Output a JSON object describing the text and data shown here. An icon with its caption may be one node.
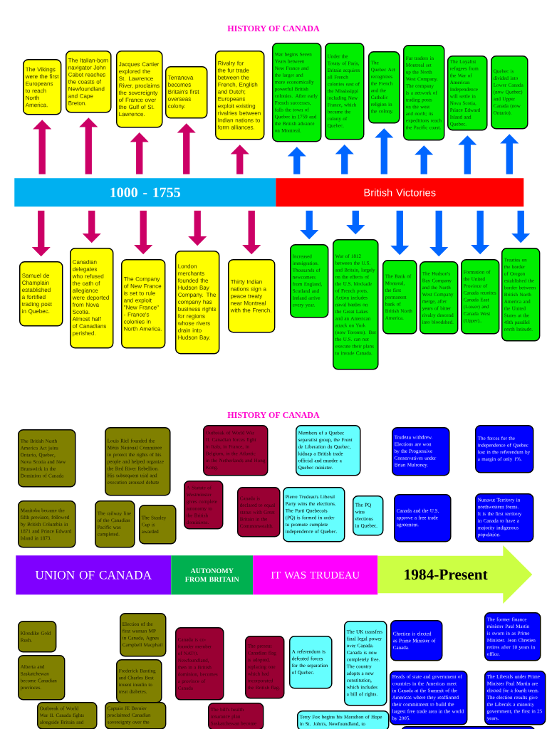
{
  "diagram": {
    "title": "HISTORY OF CANADA",
    "nodes": [
      {
        "text": [
          "The Vikings were the first Europeans to reach North America."
        ]
      },
      {
        "text": [
          "The Italian-born navigator John Cabot reaches the coasts of Newfoundland and Cape Breton."
        ]
      },
      {
        "text": [
          "Jacques Cartier explored the St. Lawrence River, proclaims the sovereignty of France over the Gulf of St. Lawrence."
        ]
      },
      {
        "text": [
          "Terranova becomes Britain's first overseas colony."
        ]
      },
      {
        "text": [
          "Rivalry for the fur trade between the French, English and Dutch; Europeans exploit existing rivalries between Indian nations to form alliances."
        ]
      },
      {
        "text": [
          "War begins Seven Years between New France and the larger and more economically powerful British colonies. After early French successes, falls the town of Quebec in 1759 and the British advance on Montreal."
        ]
      },
      {
        "text": [
          "Under the Treaty of Paris, Britain acquires all French colonies east of the Mississippi including New France, which became the colony of Quebec."
        ]
      },
      {
        "text": [
          "The Quebec Act recognizes the French and the Catholic religion in the colony."
        ]
      },
      {
        "text": [
          "Fur traders in Montreal set up the North West Company. The company is a network of trading posts on the west and north; its expeditions reach the Pacific coast."
        ]
      },
      {
        "text": [
          "The Loyalist refugees from the War of American Independence will settle in Nova Scotia, Prince Edward Island and Quebec."
        ]
      },
      {
        "text": [
          "Quebec is divided into Lower Canada (now Quebec) and Upper Canada (now Ontario)."
        ]
      },
      {
        "text": [
          "1000 - 1755"
        ]
      },
      {
        "text": [
          "British Victories"
        ]
      },
      {
        "text": [
          "Samuel de Champlain established a fortified trading post in Quebec."
        ]
      },
      {
        "text": [
          "Canadian delegates who refused the oath of allegiance were deported from Nova Scotia. Almost half of Canadians perished."
        ]
      },
      {
        "text": [
          "The Company of New France is set to rule and exploit \"New France\" - France's colonies in North America."
        ]
      },
      {
        "text": [
          "London merchants founded the Hudson Bay Company. The company has business rights for regions whose rivers drain into Hudson Bay."
        ]
      },
      {
        "text": [
          "Thirty Indian nations sign a peace treaty near Montreal with the French."
        ]
      },
      {
        "text": [
          "Increased immigration. Thousands of newcomers from England, Scotland and Ireland arrive every year."
        ]
      },
      {
        "text": [
          "War of 1812 between the U.S. and Britain, largely on the effects of the U.S. blockade of French ports. Action includes naval battles on the Great Lakes and an American attack on York (now Toronto). But the U.S. can not execute their plans to invade Canada."
        ]
      },
      {
        "text": [
          "The Bank of Montreal, the first permanent bank of British North America."
        ]
      },
      {
        "text": [
          "The Hudson's Bay Company and the North West Company merge, after years of bitter rivalry descend into bloodshed."
        ]
      },
      {
        "text": [
          "Formation of the United Province of Canada reunites Canada East (Lower) and Canada West (Upper).."
        ]
      },
      {
        "text": [
          "Treaties on the border of Oregon established the border between British North America and the United States at the 49th parallel north latitude."
        ]
      },
      {
        "text": [
          "UNION OF CANADA"
        ]
      },
      {
        "text": [
          "AUTONOMY FROM BRITAIN"
        ]
      },
      {
        "text": [
          "IT WAS TRUDEAU"
        ]
      },
      {
        "text": [
          "1984-Present"
        ]
      },
      {
        "text": [
          "The British North America Act joins Ontario, Quebec, Nova Scotia and New Brunswick in the Dominion of Canada"
        ]
      },
      {
        "text": [
          "Louis Riel founded the Métis National Committee to protect the rights of his people and helped organize the Red River Rebellion. His subsequent trial and execution aroused debate"
        ]
      },
      {
        "text": [
          "Outbreak of World War II. Canadian forces fight in Italy, in France, in Belgium, in the Atlantic in the Netherlands and Hong Kong."
        ]
      },
      {
        "text": [
          "Members of a Quebec separatist group, the Front de Liberation du Quebec, kidnap a British trade official and murder a Quebec minister."
        ]
      },
      {
        "text": [
          "Trudeau withdrew. Elections are won by the Progressive Conservatives under Brian Mulroney."
        ]
      },
      {
        "text": [
          "The forces for the independence of Quebec lost in the referendum by a margin of only 1%."
        ]
      },
      {
        "text": [
          "Manitoba became the fifth province, followed by British Columbia in 1871 and Prince Edward Island in 1873."
        ]
      },
      {
        "text": [
          "The railway line of the Canadian Pacific was completed."
        ]
      },
      {
        "text": [
          "The Stanley Cup is awarded"
        ]
      },
      {
        "text": [
          "A Statute of Westminster gives complete autonomy to the British dominions."
        ]
      },
      {
        "text": [
          "Canada is declared to equal status with Great Britain in the Commonwealth."
        ]
      },
      {
        "text": [
          "Pierre Trudeau's Liberal Party wins the elections. The Parti Quebecois (PQ) is formed in order to promote complete independence of Quebec."
        ]
      },
      {
        "text": [
          "The PQ wins elections in Quebec."
        ]
      },
      {
        "text": [
          "Canada and the U.S. approve a free trade agreement."
        ]
      },
      {
        "text": [
          "Nunavut Territory in northwestern forms. It is the first territory in Canada to have a majority indigenous population."
        ]
      },
      {
        "text": [
          "Klondike Gold Rush."
        ]
      },
      {
        "text": [
          "Election of the first woman MP in Canada, Agnes Campbell Macphail"
        ]
      },
      {
        "text": [
          "Canada is co-founder member of NATO. Newfoundland, then in a British dominion, becomes a province of Canada"
        ]
      },
      {
        "text": [
          "The present Canadian flag is adopted, replacing one which had incorporated the British flag."
        ]
      },
      {
        "text": [
          "A referendum is defeated forces for the separation of Quebec."
        ]
      },
      {
        "text": [
          "The UK transfers final legal power over Canada. Canada is now completely free. The country adopts a new constitution, which includes a bill of rights."
        ]
      },
      {
        "text": [
          "Chretien is elected as Prime Minister of Canada."
        ]
      },
      {
        "text": [
          "The former finance minister Paul Martin is sworn in as Prime Minister. Jean Chretien retires after 10 years in office."
        ]
      },
      {
        "text": [
          "Alberta and Saskatchewan become Canadian provinces."
        ]
      },
      {
        "text": [
          "Frederick Banting and Charles Best invent insulin to treat diabetes."
        ]
      },
      {
        "text": [
          "Heads of state and government of countries in the Americas meet in Canada at the Summit of the Americas where they reaffirmed their commitment to build the largest free trade area in the world by 2005."
        ]
      },
      {
        "text": [
          "The Liberals under Prime Minister Paul Martin are elected for a fourth term. The election results give the Liberals a minority government, the first in 25 years."
        ]
      },
      {
        "text": [
          "Outbreak of World War II. Canada fights alongside Britain and"
        ]
      },
      {
        "text": [
          "Captain JE Bernier proclaimed Canadian sovereignty over the"
        ]
      },
      {
        "text": [
          "The bill's health insurance plan Saskatchewan become"
        ]
      },
      {
        "text": [
          "Terry Fox begins his Marathon of Hope in St. John's, Newfoundland, to"
        ]
      },
      {
        "text": [],
        "shape": "box"
      }
    ],
    "edges": [
      {
        "from": 11,
        "to": 0,
        "arrow": "to",
        "color": "#cc0066"
      },
      {
        "from": 11,
        "to": 1,
        "arrow": "to",
        "color": "#cc0066"
      },
      {
        "from": 11,
        "to": 2,
        "arrow": "to",
        "color": "#cc0066"
      },
      {
        "from": 11,
        "to": 3,
        "arrow": "to",
        "color": "#cc0066"
      },
      {
        "from": 11,
        "to": 4,
        "arrow": "to",
        "color": "#cc0066"
      },
      {
        "from": 12,
        "to": 5,
        "arrow": "to"
      },
      {
        "from": 12,
        "to": 6,
        "arrow": "to"
      },
      {
        "from": 12,
        "to": 7,
        "arrow": "to"
      },
      {
        "from": 12,
        "to": 8,
        "arrow": "to"
      },
      {
        "from": 12,
        "to": 9,
        "arrow": "to"
      },
      {
        "from": 12,
        "to": 10,
        "arrow": "to"
      },
      {
        "from": 11,
        "to": 13,
        "arrow": "to",
        "color": "#cc0066"
      },
      {
        "from": 11,
        "to": 14,
        "arrow": "to",
        "color": "#cc0066"
      },
      {
        "from": 11,
        "to": 15,
        "arrow": "to",
        "color": "#cc0066"
      },
      {
        "from": 11,
        "to": 16,
        "arrow": "to",
        "color": "#cc0066"
      },
      {
        "from": 11,
        "to": 17,
        "arrow": "to",
        "color": "#cc0066"
      },
      {
        "from": 12,
        "to": 18,
        "arrow": "to"
      },
      {
        "from": 12,
        "to": 19,
        "arrow": "to"
      },
      {
        "from": 12,
        "to": 20,
        "arrow": "to"
      },
      {
        "from": 12,
        "to": 21,
        "arrow": "to"
      },
      {
        "from": 12,
        "to": 22,
        "arrow": "to"
      },
      {
        "from": 12,
        "to": 23,
        "arrow": "to"
      }
    ],
    "labels": [
      "HISTORY OF CANADA"
    ]
  }
}
